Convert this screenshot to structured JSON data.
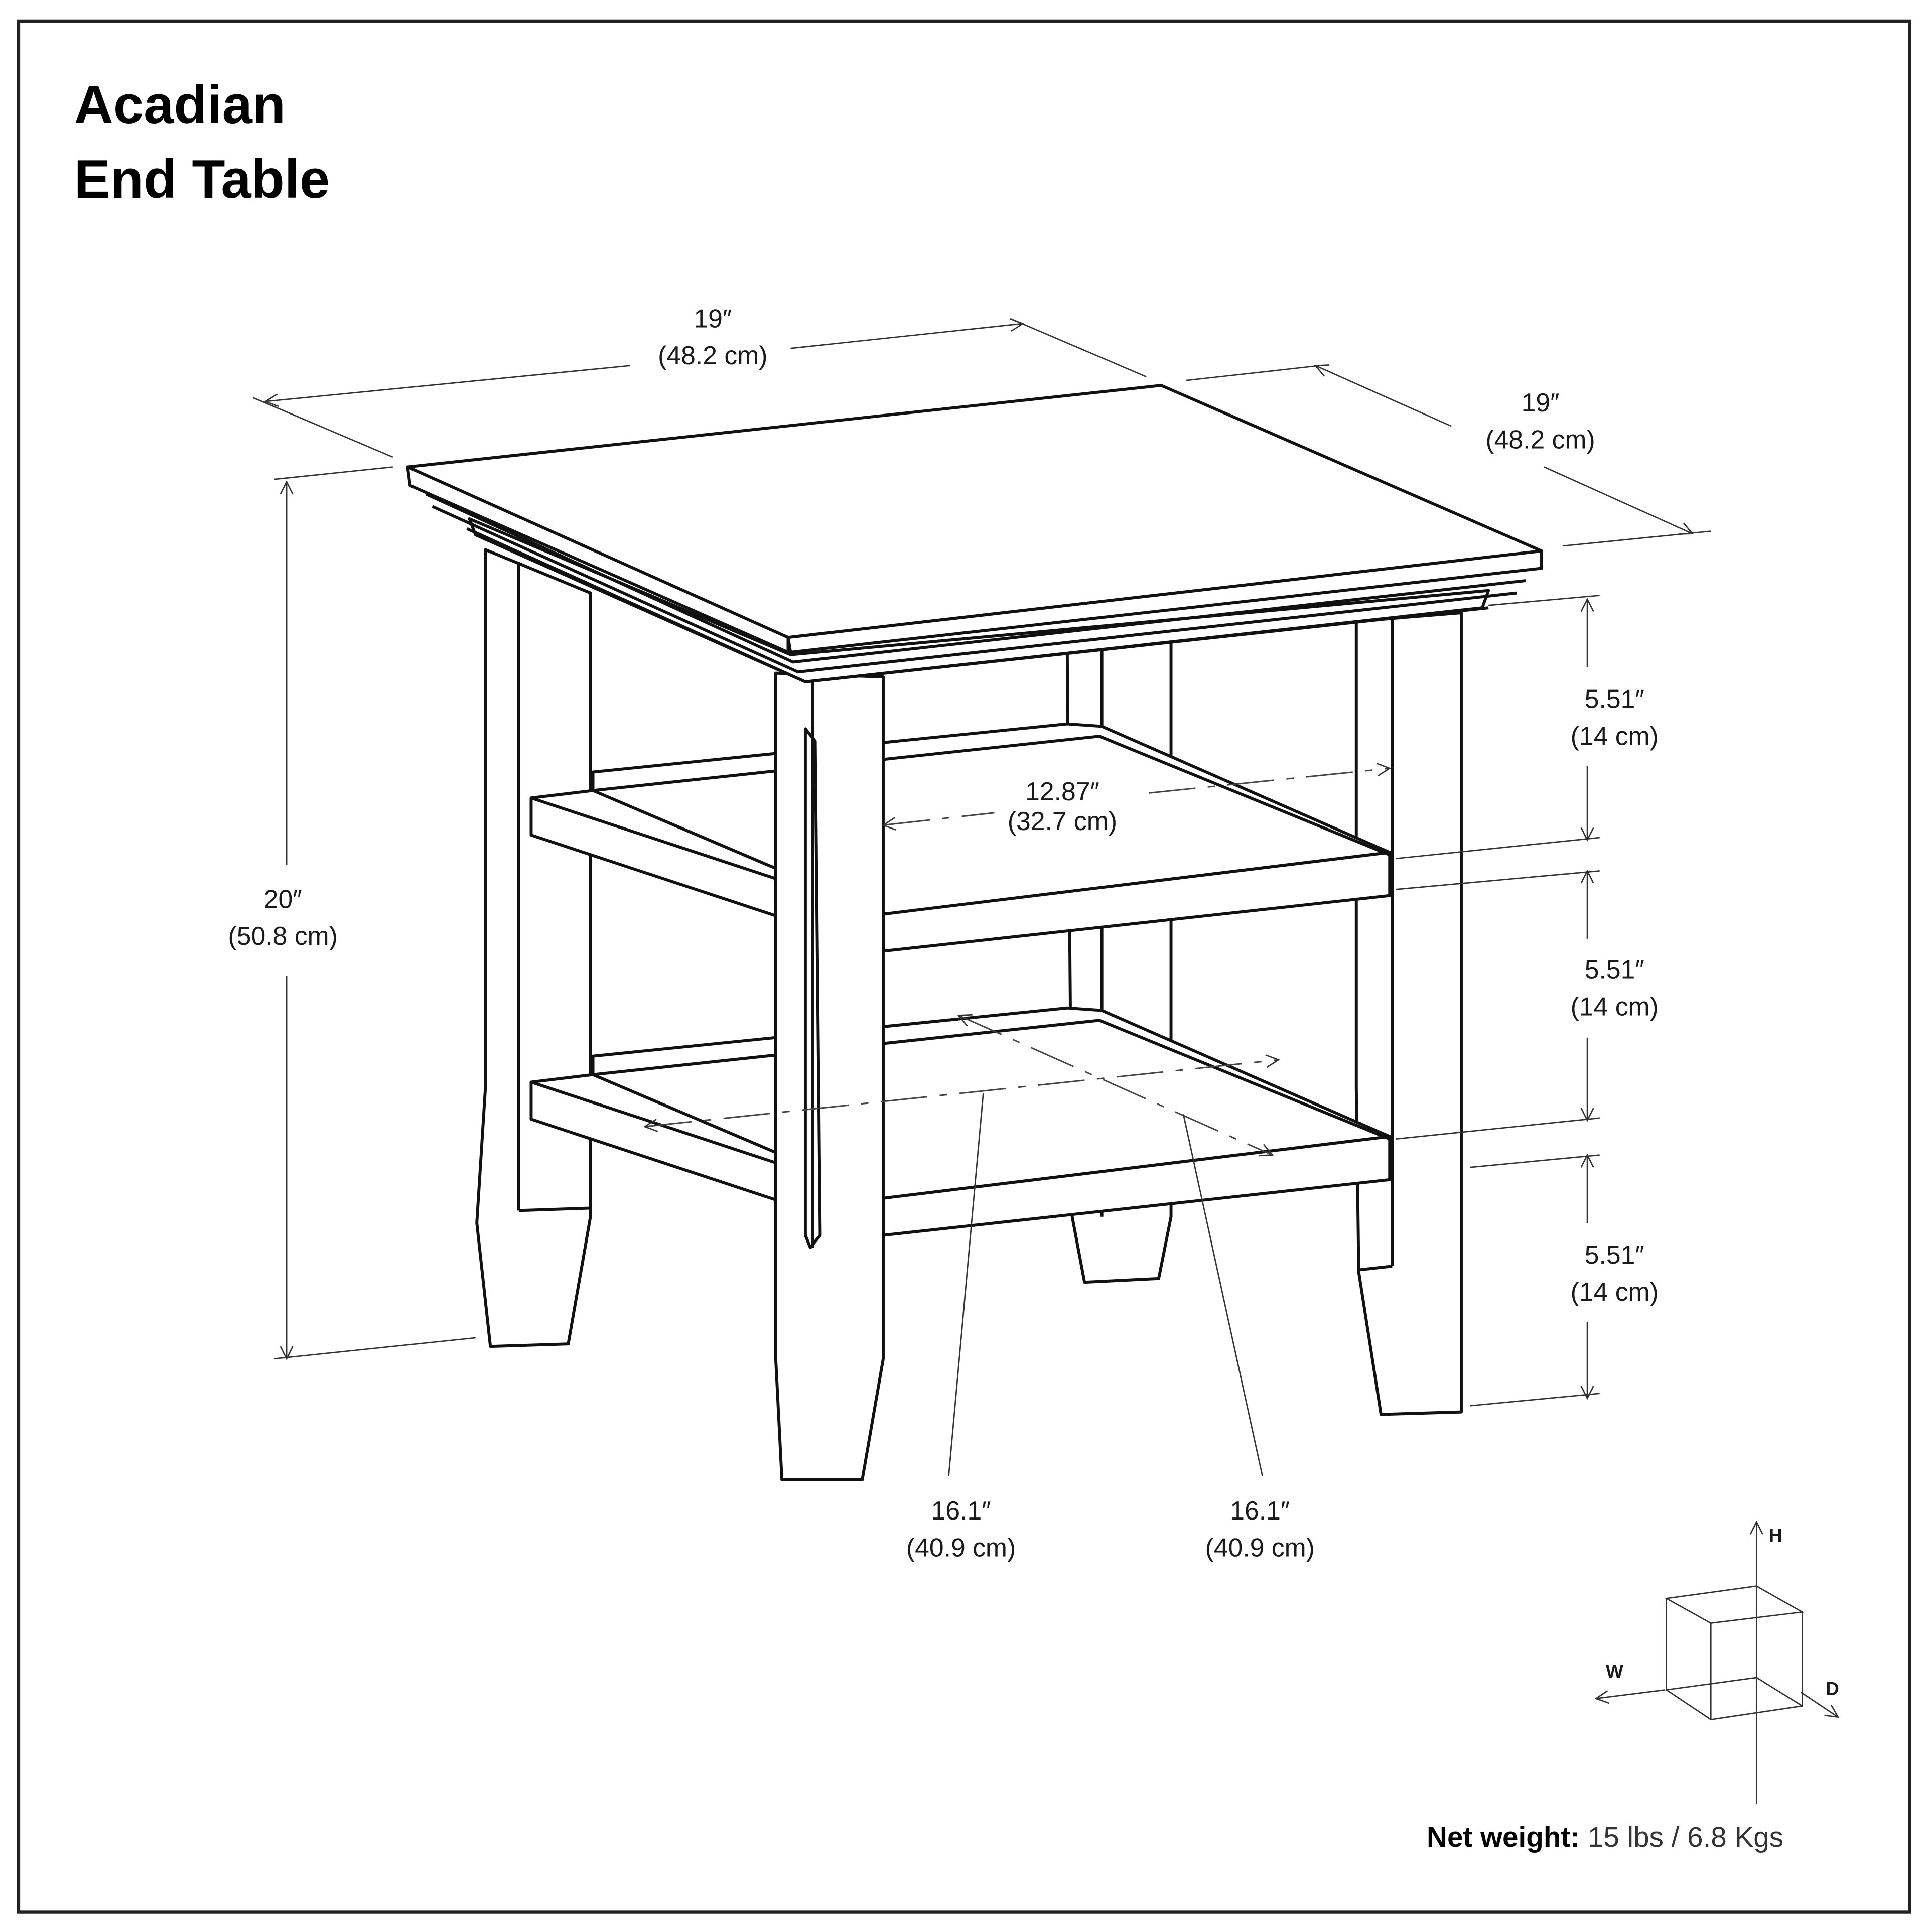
{
  "title": {
    "line1": "Acadian",
    "line2": "End Table"
  },
  "dimensions": {
    "width": {
      "in": "19″",
      "cm": "(48.2 cm)"
    },
    "depth": {
      "in": "19″",
      "cm": "(48.2 cm)"
    },
    "height": {
      "in": "20″",
      "cm": "(50.8 cm)"
    },
    "shelf_gap_top": {
      "in": "5.51″",
      "cm": "(14 cm)"
    },
    "shelf_gap_middle": {
      "in": "5.51″",
      "cm": "(14 cm)"
    },
    "shelf_gap_bottom": {
      "in": "5.51″",
      "cm": "(14 cm)"
    },
    "inner_shelf_width": {
      "in": "12.87″",
      "cm": "(32.7 cm)"
    },
    "shelf_width": {
      "in": "16.1″",
      "cm": "(40.9 cm)"
    },
    "shelf_depth": {
      "in": "16.1″",
      "cm": "(40.9 cm)"
    }
  },
  "axes_legend": {
    "h": "H",
    "w": "W",
    "d": "D"
  },
  "footer": {
    "weight_label": "Net weight:",
    "weight_value": " 15 lbs / 6.8 Kgs"
  },
  "colors": {
    "line": "#111111",
    "text": "#1a1a1a",
    "background": "#ffffff"
  }
}
